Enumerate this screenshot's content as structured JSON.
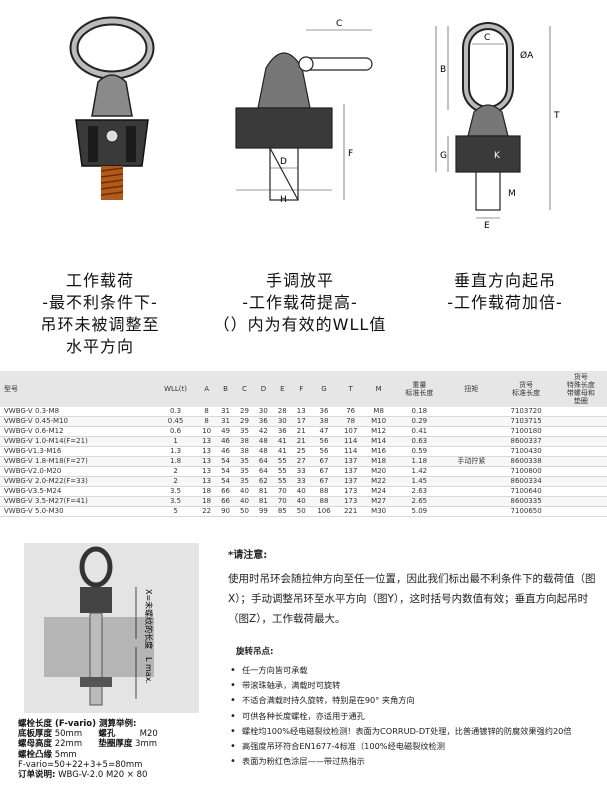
{
  "captions": {
    "fig1": [
      "工作载荷",
      "-最不利条件下-",
      "吊环未被调整至",
      "水平方向"
    ],
    "fig2": [
      "手调放平",
      "-工作载荷提高-",
      "（）内为有效的WLL值"
    ],
    "fig3": [
      "垂直方向起吊",
      "-工作载荷加倍-"
    ]
  },
  "dimension_labels": {
    "fig2": [
      "C",
      "F",
      "D",
      "H"
    ],
    "fig3": [
      "B",
      "C",
      "ØA",
      "T",
      "G",
      "K",
      "M",
      "E"
    ]
  },
  "table": {
    "headers": [
      "型号",
      "WLL(t)",
      "A",
      "B",
      "C",
      "D",
      "E",
      "F",
      "G",
      "T",
      "M",
      "重量\n标准长度",
      "扭矩",
      "货号\n标准长度",
      "货号\n特殊长度\n带螺母和\n垫圈"
    ],
    "rows": [
      [
        "VWBG-V 0.3-M8",
        "0.3",
        "8",
        "31",
        "29",
        "30",
        "28",
        "13",
        "36",
        "76",
        "M8",
        "0.18",
        "",
        "7103720",
        ""
      ],
      [
        "VWBG-V 0.45-M10",
        "0.45",
        "8",
        "31",
        "29",
        "36",
        "30",
        "17",
        "38",
        "78",
        "M10",
        "0.29",
        "",
        "7103715",
        ""
      ],
      [
        "VWBG-V 0.6-M12",
        "0.6",
        "10",
        "49",
        "35",
        "42",
        "36",
        "21",
        "47",
        "107",
        "M12",
        "0.41",
        "",
        "7100180",
        ""
      ],
      [
        "VWBG-V 1.0-M14(F=21)",
        "1",
        "13",
        "46",
        "38",
        "48",
        "41",
        "21",
        "56",
        "114",
        "M14",
        "0.63",
        "",
        "8600337",
        ""
      ],
      [
        "VWBG-V1.3-M16",
        "1.3",
        "13",
        "46",
        "38",
        "48",
        "41",
        "25",
        "56",
        "114",
        "M16",
        "0.59",
        "",
        "7100430",
        ""
      ],
      [
        "VWBG-V 1.8-M18(F=27)",
        "1.8",
        "13",
        "54",
        "35",
        "64",
        "55",
        "27",
        "67",
        "137",
        "M18",
        "1.18",
        "手动拧紧",
        "8600338",
        ""
      ],
      [
        "VWBG-V2.0-M20",
        "2",
        "13",
        "54",
        "35",
        "64",
        "55",
        "33",
        "67",
        "137",
        "M20",
        "1.42",
        "",
        "7100800",
        ""
      ],
      [
        "VWBG-V 2.0-M22(F=33)",
        "2",
        "13",
        "54",
        "35",
        "62",
        "55",
        "33",
        "67",
        "137",
        "M22",
        "1.45",
        "",
        "8600334",
        ""
      ],
      [
        "VWBG-V3.5-M24",
        "3.5",
        "18",
        "66",
        "40",
        "81",
        "70",
        "40",
        "88",
        "173",
        "M24",
        "2.63",
        "",
        "7100640",
        ""
      ],
      [
        "VWBG-V 3.5-M27(F=41)",
        "3.5",
        "18",
        "66",
        "40",
        "81",
        "70",
        "40",
        "88",
        "173",
        "M27",
        "2.65",
        "",
        "8600335",
        ""
      ],
      [
        "VWBG-V 5.0-M30",
        "5",
        "22",
        "90",
        "50",
        "99",
        "85",
        "50",
        "106",
        "221",
        "M30",
        "5.09",
        "",
        "7100650",
        ""
      ]
    ]
  },
  "photo_labels": {
    "x_label": "X=未螺纹的长度",
    "l_label": "L max."
  },
  "example": {
    "title": "螺栓长度 (F-vario) 测算举例:",
    "rows": [
      {
        "k1": "底板厚度",
        "v1": "50mm",
        "k2": "螺孔",
        "v2": "M20"
      },
      {
        "k1": "螺母高度",
        "v1": "22mm",
        "k2": "垫圈厚度",
        "v2": "3mm"
      },
      {
        "k1": "螺栓凸缘",
        "v1": "5mm",
        "k2": "",
        "v2": ""
      }
    ],
    "formula": "F-vario=50+22+3+5=80mm",
    "order_key": "订单说明:",
    "order_value": "WBG-V-2.0   M20 × 80"
  },
  "notes": {
    "title": "*请注意:",
    "body": "使用时吊环会随拉伸方向至任一位置，因此我们标出最不利条件下的载荷值（图X）；手动调整吊环至水平方向（图Y），这时括号内数值有效；垂直方向起吊时（图Z），工作载荷最大。",
    "swivel_title": "旋转吊点:",
    "features": [
      "任一方向皆可承载",
      "带滚珠轴承，满载时可旋转",
      "不适合满载时持久旋转，特别是在90° 夹角方向",
      "可供各种长度螺栓，亦适用于通孔",
      "螺栓均100%经电磁裂纹检测！表面为CORRUD-DT处理，比普通镀锌的防腐效果强约20倍",
      "高强度吊环符合EN1677-4标准（100%经电磁裂纹检测",
      "表面为粉红色涂层——带过热指示"
    ]
  },
  "colors": {
    "header_bg": "#e6e6e6",
    "ring": "#9a9a9a",
    "thread": "#b35a1a",
    "body": "#3a3a3a"
  }
}
